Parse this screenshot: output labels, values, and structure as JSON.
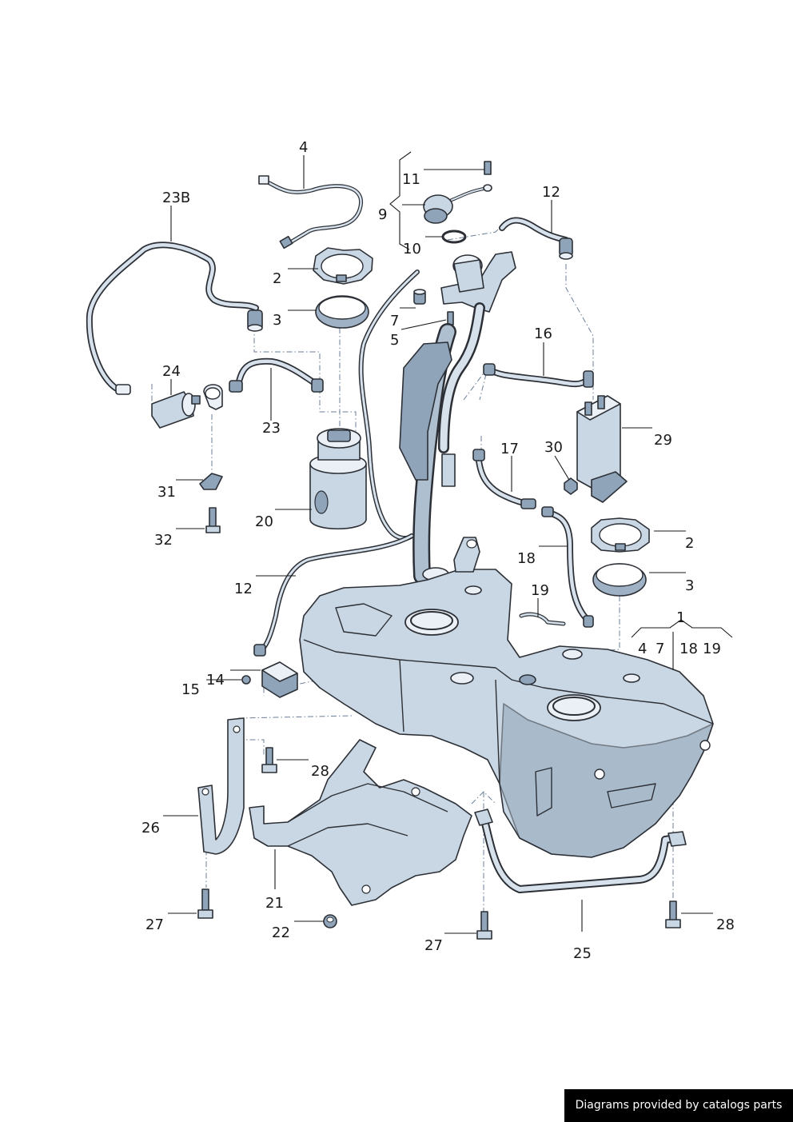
{
  "callouts": {
    "c1": "1",
    "c2a": "2",
    "c2b": "2",
    "c3a": "3",
    "c3b": "3",
    "c4": "4",
    "c5": "5",
    "c7": "7",
    "c9": "9",
    "c10": "10",
    "c11": "11",
    "c12a": "12",
    "c12b": "12",
    "c14": "14",
    "c15": "15",
    "c16": "16",
    "c17": "17",
    "c18": "18",
    "c19": "19",
    "c20": "20",
    "c21": "21",
    "c22": "22",
    "c23": "23",
    "c23b": "23B",
    "c24": "24",
    "c25": "25",
    "c26": "26",
    "c27a": "27",
    "c27b": "27",
    "c28a": "28",
    "c28b": "28",
    "c29": "29",
    "c30": "30",
    "c31": "31",
    "c32": "32",
    "g4": "4",
    "g7": "7",
    "g18": "18",
    "g19": "19"
  },
  "footer": {
    "text": "Diagrams provided by catalogs parts"
  }
}
